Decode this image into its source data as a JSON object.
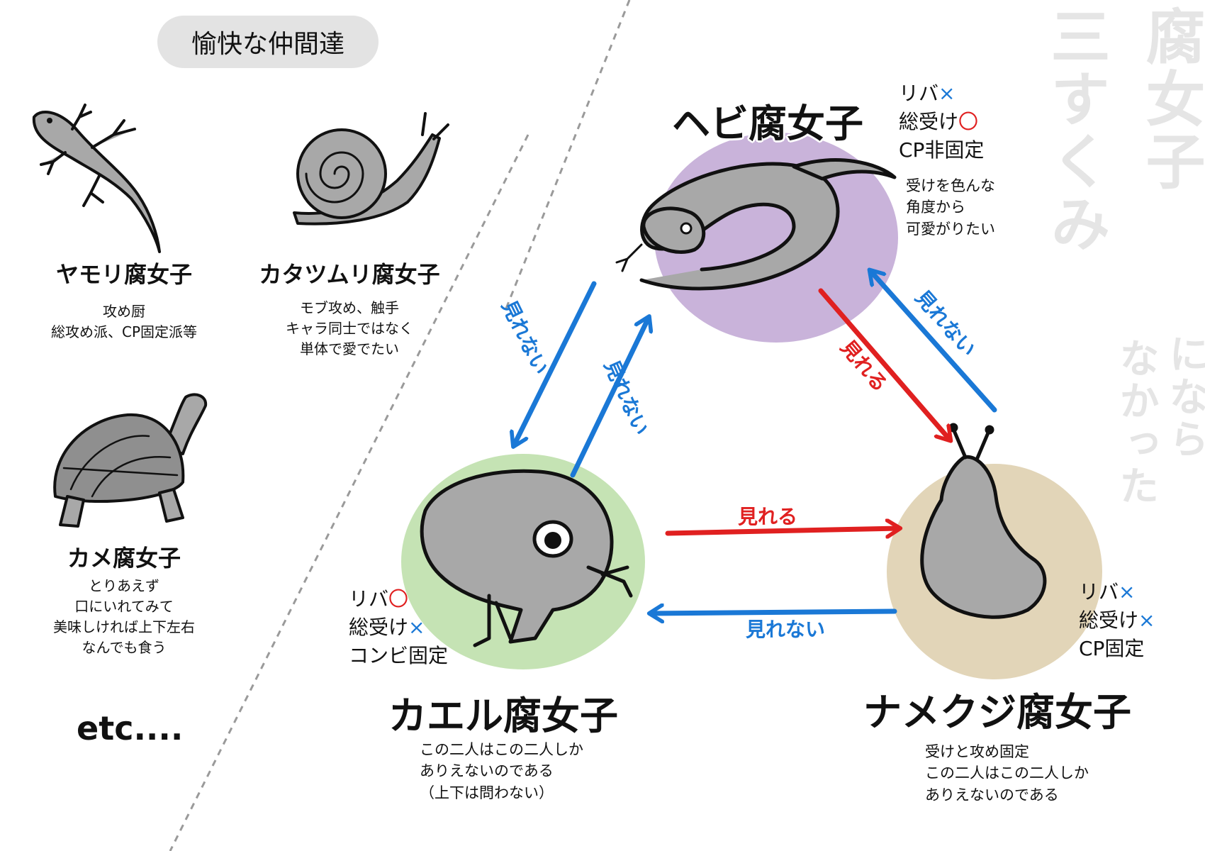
{
  "left_panel": {
    "heading": "愉快な仲間達",
    "gecko": {
      "name": "ヤモリ腐女子",
      "desc": [
        "攻め厨",
        "総攻め派、CP固定派等"
      ]
    },
    "snail": {
      "name": "カタツムリ腐女子",
      "desc": [
        "モブ攻め、触手",
        "キャラ同士ではなく",
        "単体で愛でたい"
      ]
    },
    "turtle": {
      "name": "カメ腐女子",
      "desc": [
        "とりあえず",
        "口にいれてみて",
        "美味しければ上下左右",
        "なんでも食う"
      ]
    },
    "etc": "etc...."
  },
  "title_vertical": {
    "col1": "腐女子",
    "col2": "三すくみ",
    "col3": "になら",
    "col4": "なかった"
  },
  "snake": {
    "name": "ヘビ腐女子",
    "attrs": [
      {
        "label": "リバ",
        "mark": "×"
      },
      {
        "label": "総受け",
        "mark": "〇"
      },
      {
        "label": "CP非固定",
        "mark": ""
      }
    ],
    "desc": [
      "受けを色んな",
      "角度から",
      "可愛がりたい"
    ],
    "color": "#c9b3da"
  },
  "frog": {
    "name": "カエル腐女子",
    "attrs": [
      {
        "label": "リバ",
        "mark": "〇"
      },
      {
        "label": "総受け",
        "mark": "×"
      },
      {
        "label": "コンビ固定",
        "mark": ""
      }
    ],
    "desc": [
      "この二人はこの二人しか",
      "ありえないのである",
      "（上下は問わない）"
    ],
    "color": "#c5e3b4"
  },
  "slug": {
    "name": "ナメクジ腐女子",
    "attrs": [
      {
        "label": "リバ",
        "mark": "×"
      },
      {
        "label": "総受け",
        "mark": "×"
      },
      {
        "label": "CP固定",
        "mark": ""
      }
    ],
    "desc": [
      "受けと攻め固定",
      "この二人はこの二人しか",
      "ありえないのである"
    ],
    "color": "#e2d5b8"
  },
  "arrows": {
    "snake_to_frog": "見れない",
    "frog_to_snake": "見れない",
    "snake_to_slug": "見れる",
    "slug_to_snake": "見れない",
    "frog_to_slug": "見れる",
    "slug_to_frog": "見れない"
  },
  "colors": {
    "blue": "#1a78d6",
    "red": "#e02020",
    "animal_gray": "#a8a8a8"
  }
}
